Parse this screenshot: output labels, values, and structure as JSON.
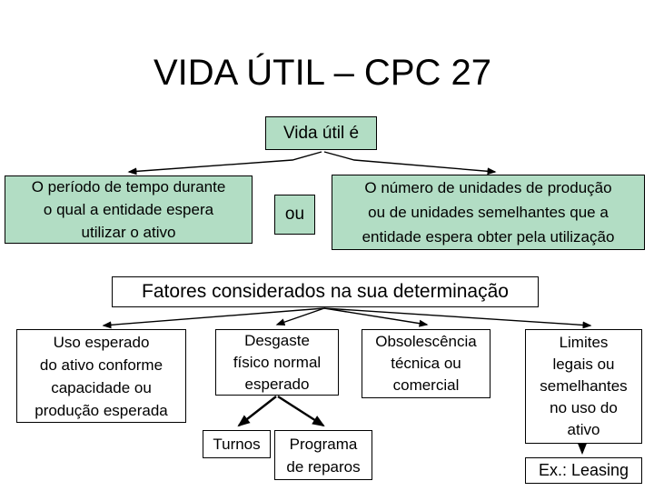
{
  "slide": {
    "title": "VIDA ÚTIL – CPC 27",
    "root_box": "Vida útil é",
    "definitions": {
      "period": "O período de tempo durante\no qual a entidade espera\nutilizar o ativo",
      "connector": "ou",
      "units": "O número de unidades de  produção\nou de unidades semelhantes que a\nentidade espera obter pela utilização"
    },
    "factors_heading": "Fatores considerados na sua determinação",
    "factors": [
      {
        "label": "Uso esperado\ndo ativo conforme\ncapacidade ou\nprodução esperada"
      },
      {
        "label": "Desgaste\nfísico normal\nesperado"
      },
      {
        "label": "Obsolescência\ntécnica ou\ncomercial"
      },
      {
        "label": "Limites\nlegais ou\nsemelhantes\nno uso do\nativo"
      }
    ],
    "desgaste_children": [
      {
        "label": "Turnos"
      },
      {
        "label": "Programa\nde reparos"
      }
    ],
    "limites_example": "Ex.: Leasing",
    "colors": {
      "box_fill_green": "#b2ddc4",
      "box_fill_white": "#ffffff",
      "border": "#000000",
      "text": "#000000",
      "background": "#ffffff"
    }
  }
}
